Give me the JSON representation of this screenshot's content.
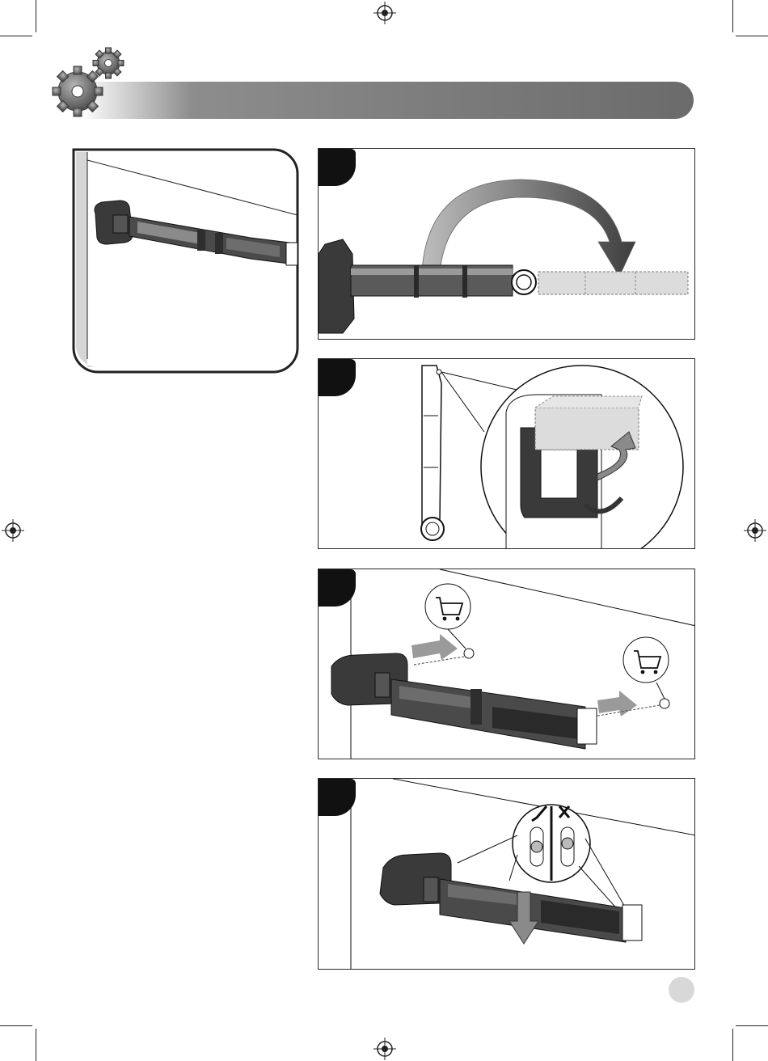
{
  "page": {
    "title": "",
    "page_number": ""
  },
  "header": {
    "gear_icon": "gears-icon",
    "accent": "#6b6b6b"
  },
  "colors": {
    "line": "#222222",
    "frame_gray": "#dcdcdc",
    "part_dark": "#3a3a3a",
    "arrow_gray": "#8a8a8a"
  },
  "panels": [
    {
      "id": "overview",
      "label": ""
    },
    {
      "id": "step-1",
      "label": ""
    },
    {
      "id": "step-2",
      "label": ""
    },
    {
      "id": "step-3",
      "label": ""
    },
    {
      "id": "step-4",
      "label": ""
    }
  ],
  "step4": {
    "correct_mark": "✔",
    "wrong_mark": "✘"
  }
}
